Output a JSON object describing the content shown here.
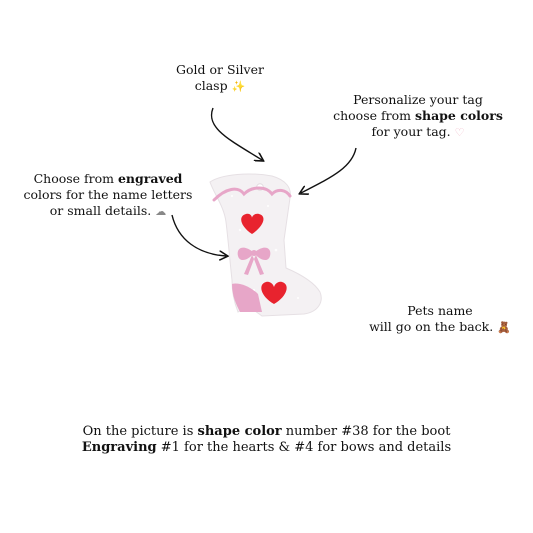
{
  "callouts": {
    "clasp": {
      "line1": "Gold or Silver",
      "line2": "clasp",
      "emoji": "✨"
    },
    "personalize": {
      "line1": "Personalize your tag",
      "line2_prefix": "choose from ",
      "line2_bold": "shape colors",
      "line3": "for your tag.",
      "emoji": "♡"
    },
    "engraved": {
      "line1_prefix": "Choose from ",
      "line1_bold": "engraved",
      "line2": "colors for the name letters",
      "line3": "or small details.",
      "emoji": "☁"
    },
    "pets": {
      "line1": "Pets name",
      "line2": "will go on the back.",
      "emoji": "🧸"
    }
  },
  "footer": {
    "line1_prefix": "On the picture is ",
    "line1_bold": "shape color",
    "line1_suffix": " number #38 for the boot",
    "line2_bold": "Engraving",
    "line2_suffix": " #1 for the hearts & #4 for bows and details"
  },
  "colors": {
    "boot_body": "#f4f1f3",
    "pink_glitter": "#e7a6c8",
    "heart_red": "#e8232e",
    "arrow": "#111111"
  }
}
